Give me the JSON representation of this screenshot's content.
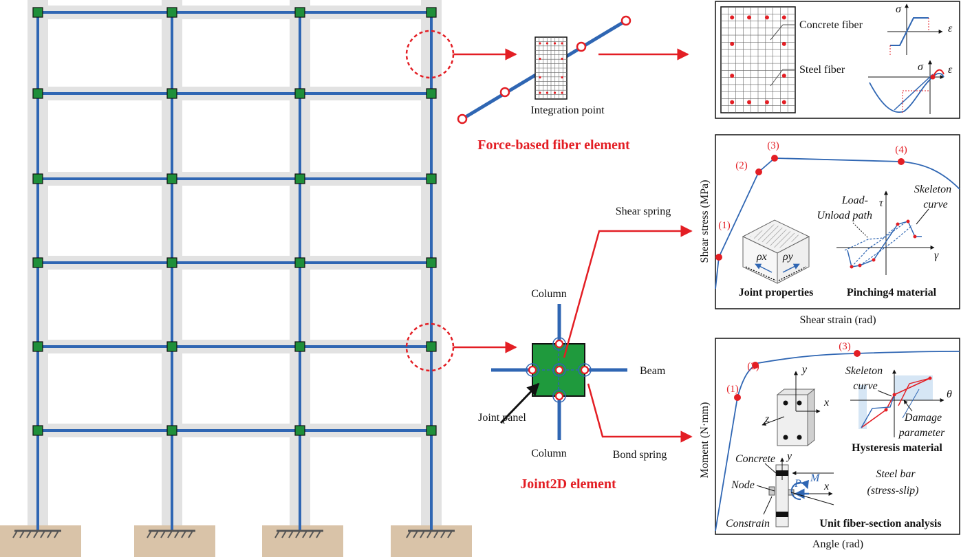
{
  "fiber_element": {
    "title": "Force-based fiber element",
    "integration_point": "Integration point",
    "concrete_fiber": "Concrete fiber",
    "steel_fiber": "Steel fiber",
    "sigma": "σ",
    "epsilon": "ε"
  },
  "joint_element": {
    "title": "Joint2D element",
    "column_top": "Column",
    "column_bottom": "Column",
    "beam": "Beam",
    "joint_panel": "Joint panel",
    "shear_spring": "Shear spring",
    "bond_spring": "Bond spring"
  },
  "shear_panel": {
    "ylabel": "Shear stress (MPa)",
    "xlabel": "Shear strain (rad)",
    "points": [
      "(1)",
      "(2)",
      "(3)",
      "(4)"
    ],
    "load_unload": [
      "Load-",
      "Unload path"
    ],
    "skeleton": [
      "Skeleton",
      "curve"
    ],
    "tau": "τ",
    "gamma": "γ",
    "rho_x": "ρx",
    "rho_y": "ρy",
    "joint_properties": "Joint properties",
    "pinching4": "Pinching4 material"
  },
  "moment_panel": {
    "ylabel": "Moment (N·mm)",
    "xlabel": "Angle (rad)",
    "points": [
      "(1)",
      "(2)",
      "(3)"
    ],
    "y": "y",
    "x": "x",
    "z": "z",
    "skeleton": [
      "Skeleton",
      "curve"
    ],
    "theta": "θ",
    "damage": [
      "Damage",
      "parameter"
    ],
    "hysteresis": "Hysteresis material",
    "concrete": "Concrete",
    "node": "Node",
    "constrain": "Constrain",
    "P": "P",
    "M": "M",
    "steel_bar": [
      "Steel bar",
      "(stress-slip)"
    ],
    "unit_fiber": "Unit fiber-section analysis"
  },
  "colors": {
    "frame": "#2f66b3",
    "node": "#1f8f3a",
    "accent": "#e31e24",
    "ground": "#d9c3a8",
    "band": "#e2e2e2"
  }
}
